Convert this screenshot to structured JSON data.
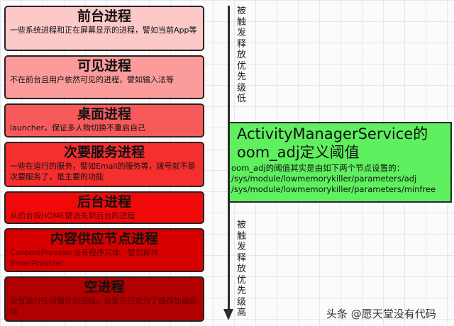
{
  "processes": [
    {
      "title": "前台进程",
      "desc": "一些系统进程和正在屏幕显示的进程，譬如当前App等",
      "color": "#fcc8c8"
    },
    {
      "title": "可见进程",
      "desc": "不在前台且用户依然可见的进程，譬如输入法等",
      "color": "#fb9b9b"
    },
    {
      "title": "桌面进程",
      "desc": "launcher，保证多人物切换不重启自己",
      "color": "#f75a5a"
    },
    {
      "title": "次要服务进程",
      "desc": "一些在运行的服务，譬如Email的服务等，拨号就不是次要服务了，是主要的功能",
      "color": "#f52e2e"
    },
    {
      "title": "后台进程",
      "desc": "从前台按HOME键消失到后台的进程",
      "color": "#f00a0a"
    },
    {
      "title": "内容供应节点进程",
      "desc": "ContentProvider没有程序实体，譬如邮件EmailProvider",
      "color": "#d60000"
    },
    {
      "title": "空进程",
      "desc": "没有运行任何组件的进程，保留它只是为了缓存加速启动",
      "color": "#b00000"
    }
  ],
  "arrow": {
    "top_label": "被触发释放优先级低",
    "bottom_label": "被触发释放优先级高"
  },
  "info": {
    "title": "ActivityManagerService的oom_adj定义阈值",
    "line1": "oom_adj的阈值其实是由如下两个节点设置的：",
    "line2": "/sys/module/lowmemorykiller/parameters/adj",
    "line3": "/sys/module/lowmemorykiller/parameters/minfree",
    "color": "#5ef05e"
  },
  "watermark": "头条 @愿天堂没有代码"
}
